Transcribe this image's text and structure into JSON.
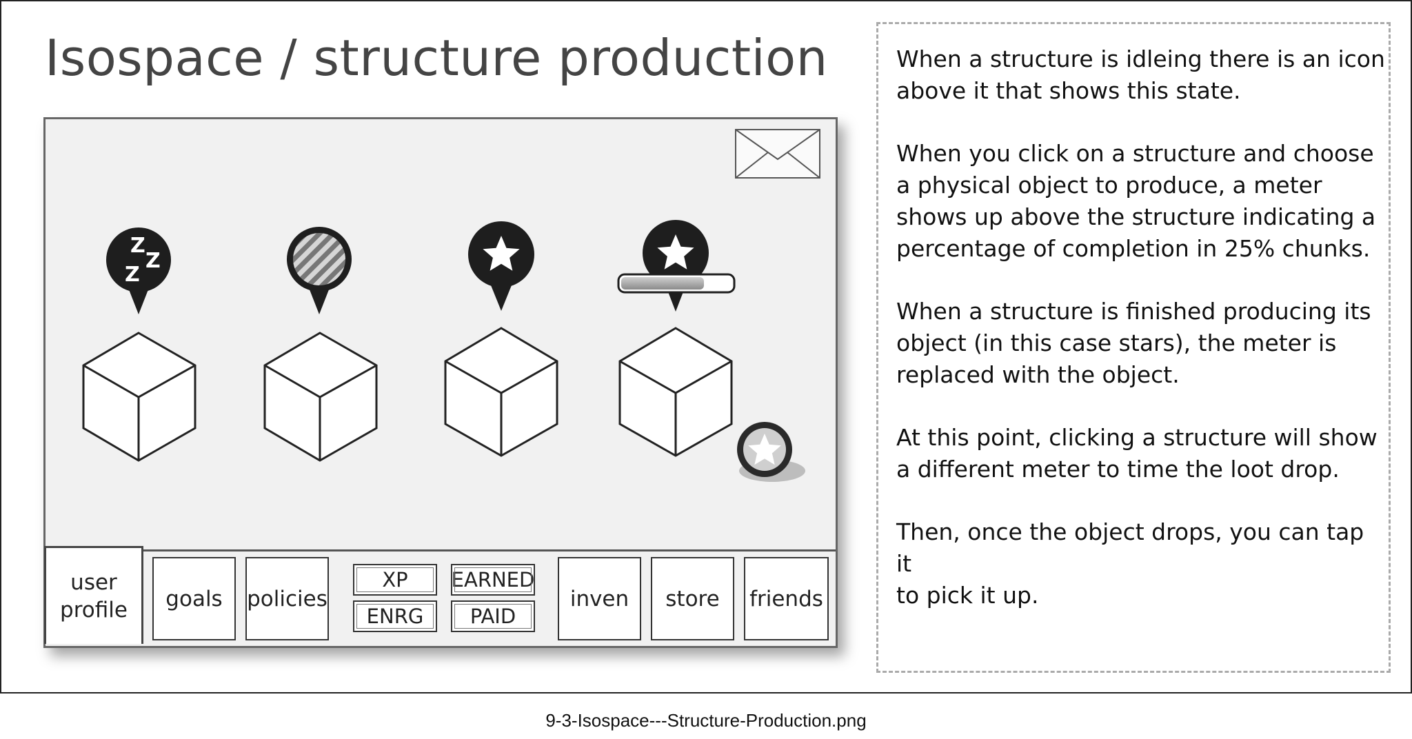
{
  "page": {
    "title": "Isospace / structure production",
    "caption": "9-3-Isospace---Structure-Production.png"
  },
  "game": {
    "mail_icon": "envelope-icon",
    "structures": [
      {
        "state": "idle",
        "icon": "sleeping-zzz-icon",
        "zzz": [
          "Z",
          "Z",
          "Z"
        ]
      },
      {
        "state": "choosing",
        "icon": "striped-pending-icon"
      },
      {
        "state": "producing",
        "icon": "star-icon",
        "meter_percent": 0
      },
      {
        "state": "finished",
        "icon": "star-icon",
        "meter_percent": 75,
        "loot_icon": "star-coin-icon"
      }
    ]
  },
  "nav": {
    "user_profile": "user\nprofile",
    "goals": "goals",
    "policies": "policies",
    "xp": "XP",
    "earned": "EARNED",
    "enrg": "ENRG",
    "paid": "PAID",
    "inven": "inven",
    "store": "store",
    "friends": "friends"
  },
  "notes": {
    "p1": "When a structure is idleing there is an icon\nabove it that shows this state.",
    "p2": " When you click on a structure and choose\na physical object to produce, a meter\nshows up above the structure indicating a\npercentage of completion in 25% chunks.",
    "p3": " When a structure is finished producing its\nobject (in this case stars), the meter is\nreplaced with the object.",
    "p4": "At this point, clicking a structure will show\na different meter to time the loot drop.",
    "p5": " Then, once the object drops, you can tap it\nto pick it up."
  },
  "colors": {
    "pin": "#1e1e1e",
    "meter_fill": "#9a9a9a",
    "window_bg": "#f1f1f1",
    "border": "#333333"
  }
}
